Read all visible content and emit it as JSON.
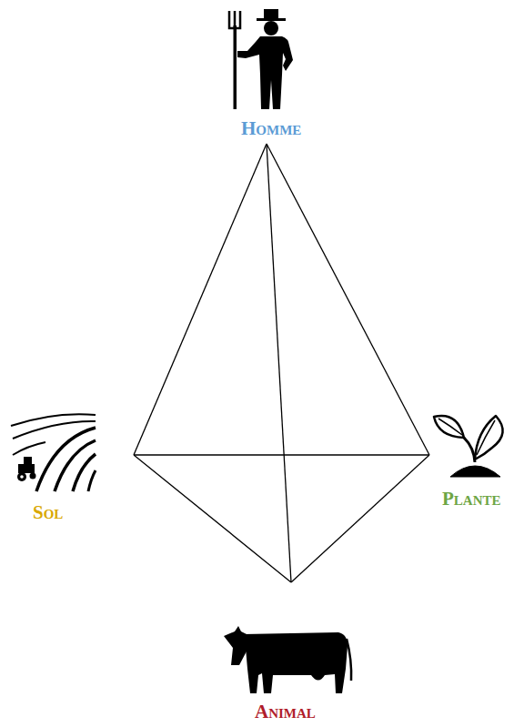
{
  "diagram": {
    "nodes": [
      {
        "text": [
          "Homme"
        ]
      },
      {
        "text": [
          "Sol"
        ]
      },
      {
        "text": [
          "Plante"
        ]
      },
      {
        "text": [
          "Animal"
        ]
      }
    ],
    "edges": [
      {
        "from": 0,
        "to": 1,
        "arrow": "none"
      },
      {
        "from": 0,
        "to": 2,
        "arrow": "none"
      },
      {
        "from": 0,
        "to": 3,
        "arrow": "none"
      },
      {
        "from": 1,
        "to": 2,
        "arrow": "none"
      },
      {
        "from": 1,
        "to": 3,
        "arrow": "none"
      },
      {
        "from": 2,
        "to": 3,
        "arrow": "none"
      }
    ]
  }
}
